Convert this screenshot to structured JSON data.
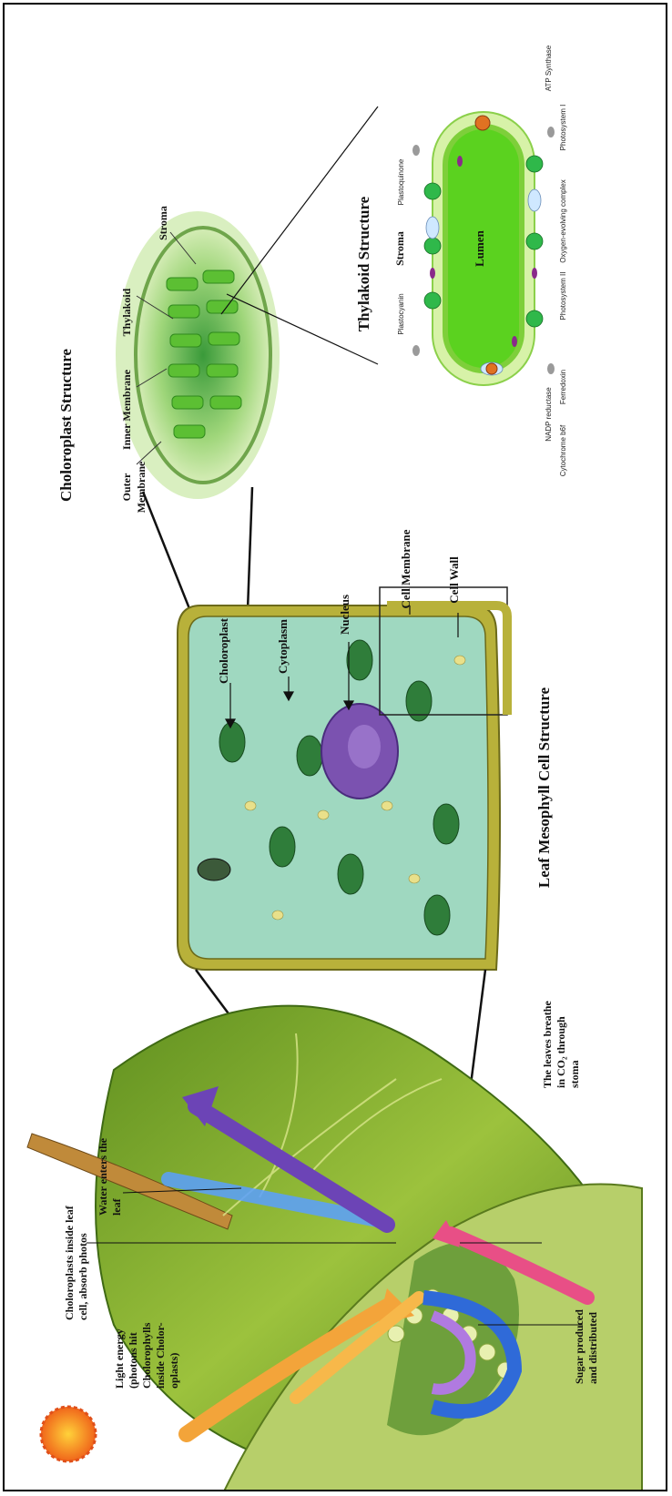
{
  "titles": {
    "chloroplast": "Choloroplast Structure",
    "thylakoid": "Thylakoid Structure",
    "mesophyll": "Leaf Mesophyll Cell Structure"
  },
  "chloroplast_labels": {
    "stroma": "Stroma",
    "thylakoid": "Thylakoid",
    "inner_membrane": "Inner Membrane",
    "outer_membrane_1": "Outer",
    "outer_membrane_2": "Membrane"
  },
  "thylakoid_labels": {
    "lumen": "Lumen",
    "stroma": "Stroma",
    "plastoquinone": "Plastoquinone",
    "atp_synthase": "ATP Synthase",
    "photosystem_1": "Photosystem I",
    "oxygen_evolving": "Oxygen-evolving complex",
    "photosystem_2": "Photosystem II",
    "plastocyanin": "Plastocyanin",
    "cytochrome": "Cytochrome b6f",
    "nadp": "NADP reductase",
    "ferredoxin": "Ferredoxin"
  },
  "cell_labels": {
    "chloroplast": "Choloroplast",
    "cytoplasm": "Cytoplasm",
    "nucleus": "Nucleus",
    "cell_membrane": "Cell Membrane",
    "cell_wall": "Cell Wall"
  },
  "leaf_labels": {
    "chloroplasts_1": "Choloroplasts inside leaf",
    "chloroplasts_2": "cell, absorb photos",
    "water_1": "Water enters the",
    "water_2": "leaf",
    "light_1": "Light energy",
    "light_2": "(photons hit",
    "light_3": "Cholorophylls",
    "light_4": "inside Cholor-",
    "light_5": "oplasts)",
    "co2_1": "The leaves breathe",
    "co2_2": "in CO₂ through",
    "co2_3": "stoma",
    "sugar_1": "Sugar produced",
    "sugar_2": "and distributed"
  },
  "colors": {
    "cell_fill": "#9fd8c0",
    "cell_wall": "#b8b13a",
    "chloroplast": "#2f7d3a",
    "nucleus": "#7b52b0",
    "leaf_green": "#8bb52d",
    "thylakoid_green": "#7fd43a",
    "water_blue": "#5aa0ff",
    "sugar_purple": "#6c44b6",
    "light_orange": "#f3a43a",
    "co2_pink": "#e84f86"
  }
}
